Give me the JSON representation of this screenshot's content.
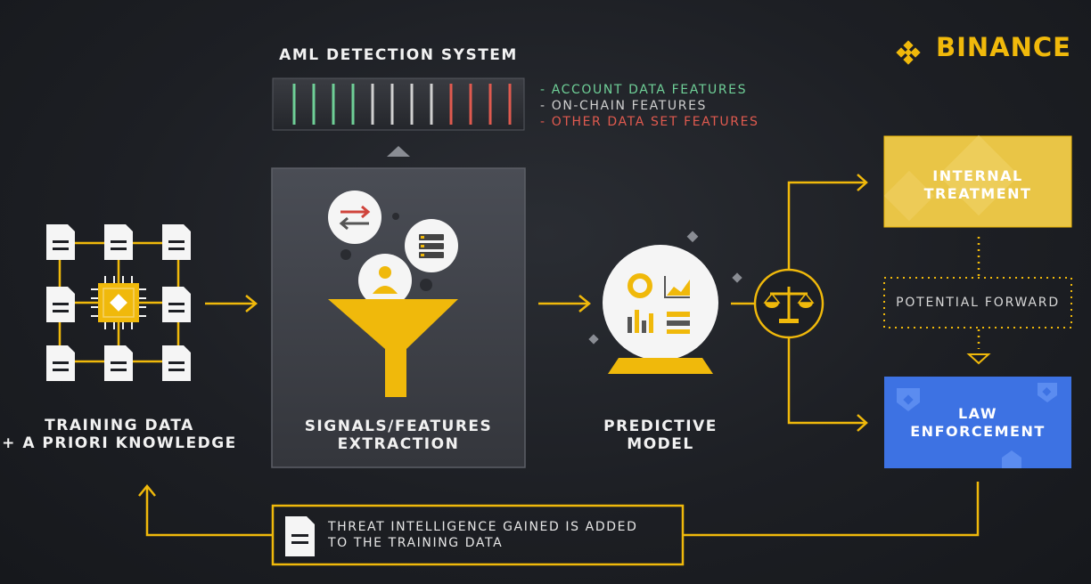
{
  "header": {
    "title": "AML DETECTION SYSTEM"
  },
  "brand": {
    "name": "BINANCE",
    "color": "#f0b90b"
  },
  "features": [
    {
      "text": "- ACCOUNT DATA FEATURES",
      "color": "#6fcf97"
    },
    {
      "text": "- ON-CHAIN FEATURES",
      "color": "#cfcfcf"
    },
    {
      "text": "- OTHER DATA SET FEATURES",
      "color": "#e05a4f"
    }
  ],
  "nodes": {
    "training": {
      "line1": "TRAINING DATA",
      "line2": "+ A PRIORI KNOWLEDGE"
    },
    "signals": {
      "line1": "SIGNALS/FEATURES",
      "line2": "EXTRACTION"
    },
    "predictive": {
      "line1": "PREDICTIVE",
      "line2": "MODEL"
    },
    "internal": {
      "line1": "INTERNAL",
      "line2": "TREATMENT"
    },
    "law": {
      "line1": "LAW",
      "line2": "ENFORCEMENT"
    }
  },
  "potential_forward": "POTENTIAL FORWARD",
  "feedback": {
    "line1": "THREAT INTELLIGENCE GAINED IS ADDED",
    "line2": "TO THE TRAINING DATA"
  },
  "colors": {
    "accent": "#f0b90b",
    "law_blue": "#3d72e3",
    "panel_gray": "#3b3e45"
  }
}
